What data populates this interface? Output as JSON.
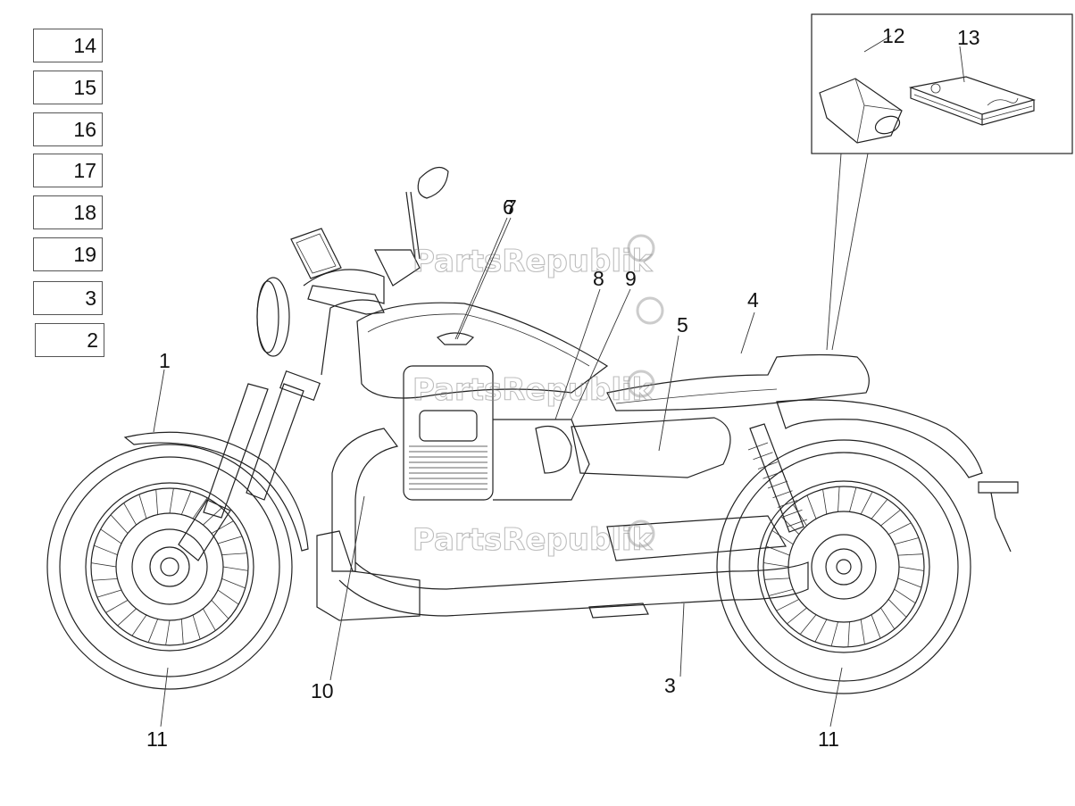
{
  "legend": [
    "14",
    "15",
    "16",
    "17",
    "18",
    "19",
    "3",
    "2"
  ],
  "callouts": {
    "c1": "1",
    "c3": "3",
    "c4": "4",
    "c5": "5",
    "c6": "6",
    "c7": "7",
    "c8": "8",
    "c9": "9",
    "c10": "10",
    "c11a": "11",
    "c11b": "11",
    "c12": "12",
    "c13": "13"
  },
  "watermark": "PartsRepublik"
}
